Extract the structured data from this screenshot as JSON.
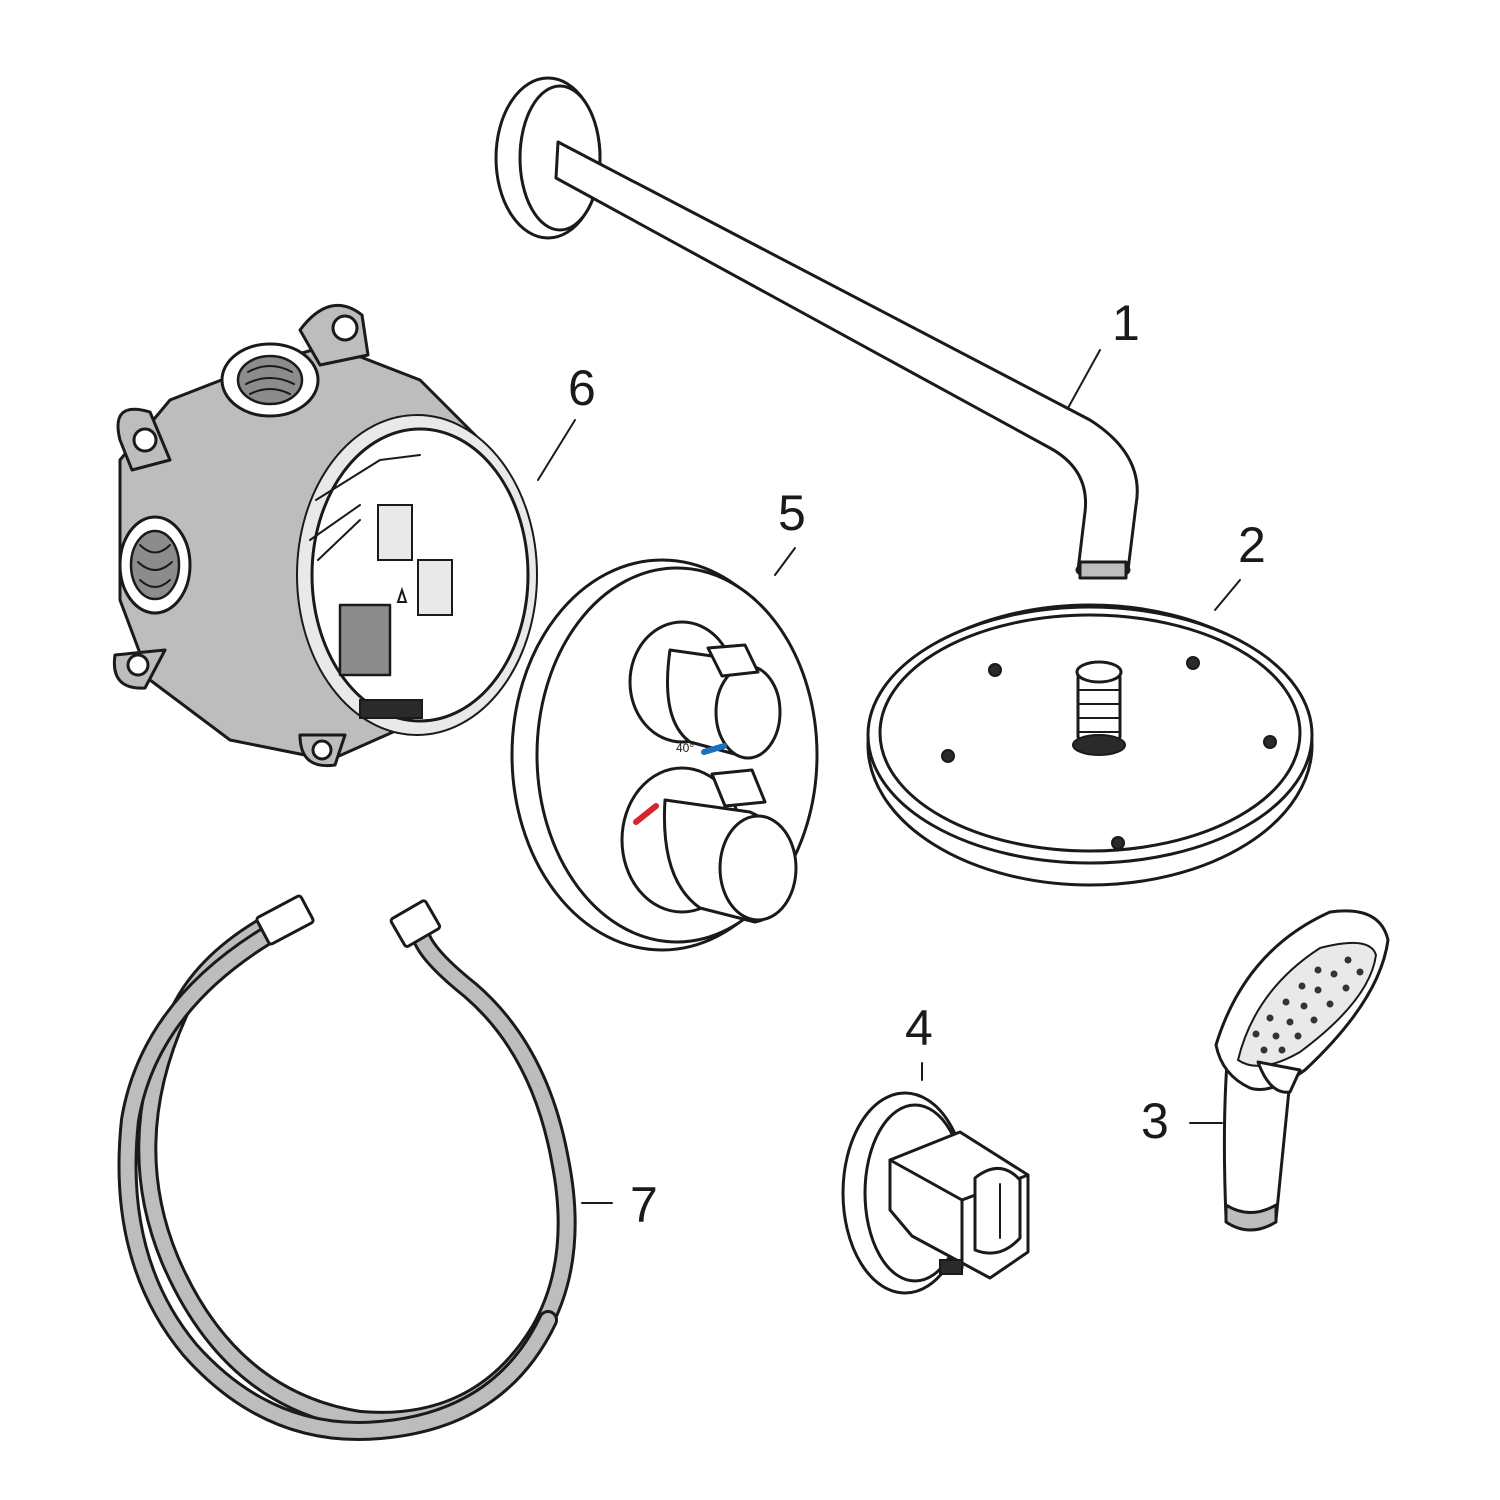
{
  "callouts": [
    {
      "id": "arm",
      "label": "1"
    },
    {
      "id": "overhead-shower",
      "label": "2"
    },
    {
      "id": "hand-shower",
      "label": "3"
    },
    {
      "id": "wall-outlet",
      "label": "4"
    },
    {
      "id": "thermostat-trim",
      "label": "5"
    },
    {
      "id": "rough-in-box",
      "label": "6"
    },
    {
      "id": "hose",
      "label": "7"
    }
  ],
  "colors": {
    "line": "#1a1a1a",
    "part_grey": "#bdbdbd",
    "hot_marker": "#d9232d",
    "cold_marker": "#1f6fbf"
  },
  "icons": [
    "shower-arm-icon",
    "overhead-shower-icon",
    "hand-shower-icon",
    "wall-outlet-icon",
    "thermostat-trim-icon",
    "rough-in-box-icon",
    "shower-hose-icon"
  ]
}
